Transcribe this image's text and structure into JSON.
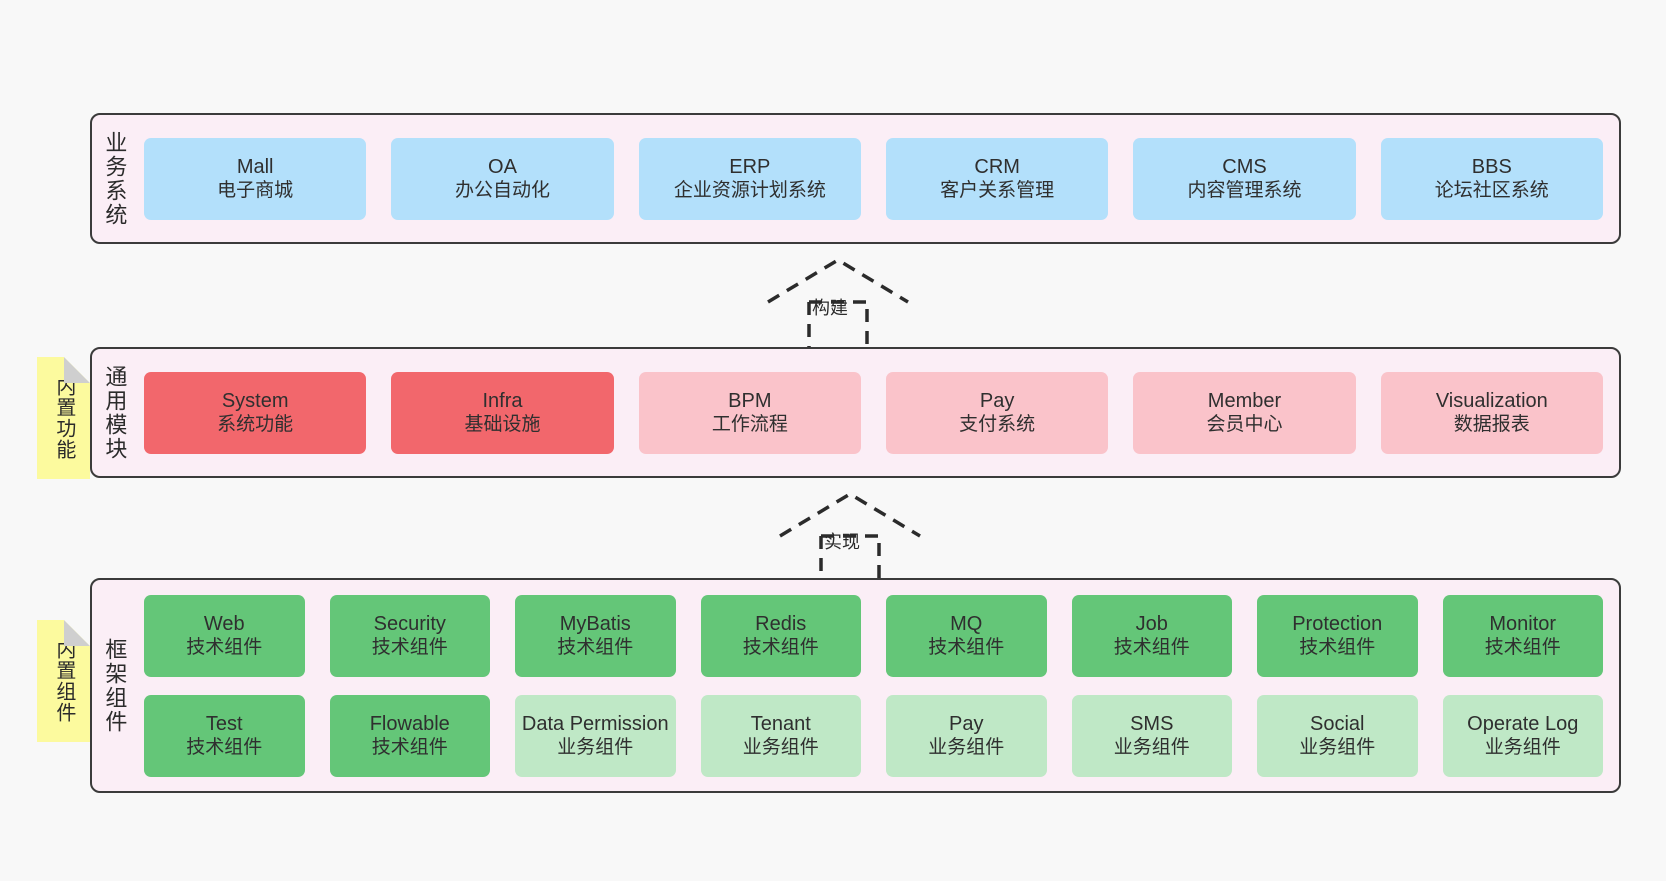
{
  "diagram": {
    "title_layers": {
      "business": "业务系统",
      "common": "通用模块",
      "framework": "框架组件"
    },
    "side_notes": {
      "builtin_function": "内置功能",
      "builtin_component": "内置组件"
    },
    "connectors": [
      {
        "label": "构建",
        "from": "common",
        "to": "business"
      },
      {
        "label": "实现",
        "from": "framework",
        "to": "common"
      }
    ],
    "colors": {
      "layer_bg": "#fbeef6",
      "layer_border": "#3b3b3b",
      "blue": "#b3e0fb",
      "red": "#f2676c",
      "pink": "#fac3ca",
      "green": "#64c678",
      "light_green": "#bfe8c6",
      "note_yellow": "#fcfa9e",
      "canvas_bg": "#f8f8f8"
    }
  },
  "business_systems": [
    {
      "en": "Mall",
      "cn": "电子商城",
      "color": "blue"
    },
    {
      "en": "OA",
      "cn": "办公自动化",
      "color": "blue"
    },
    {
      "en": "ERP",
      "cn": "企业资源计划系统",
      "color": "blue"
    },
    {
      "en": "CRM",
      "cn": "客户关系管理",
      "color": "blue"
    },
    {
      "en": "CMS",
      "cn": "内容管理系统",
      "color": "blue"
    },
    {
      "en": "BBS",
      "cn": "论坛社区系统",
      "color": "blue"
    }
  ],
  "common_modules": [
    {
      "en": "System",
      "cn": "系统功能",
      "color": "red"
    },
    {
      "en": "Infra",
      "cn": "基础设施",
      "color": "red"
    },
    {
      "en": "BPM",
      "cn": "工作流程",
      "color": "pink"
    },
    {
      "en": "Pay",
      "cn": "支付系统",
      "color": "pink"
    },
    {
      "en": "Member",
      "cn": "会员中心",
      "color": "pink"
    },
    {
      "en": "Visualization",
      "cn": "数据报表",
      "color": "pink"
    }
  ],
  "framework_components_row1": [
    {
      "en": "Web",
      "cn": "技术组件",
      "color": "green"
    },
    {
      "en": "Security",
      "cn": "技术组件",
      "color": "green"
    },
    {
      "en": "MyBatis",
      "cn": "技术组件",
      "color": "green"
    },
    {
      "en": "Redis",
      "cn": "技术组件",
      "color": "green"
    },
    {
      "en": "MQ",
      "cn": "技术组件",
      "color": "green"
    },
    {
      "en": "Job",
      "cn": "技术组件",
      "color": "green"
    },
    {
      "en": "Protection",
      "cn": "技术组件",
      "color": "green"
    },
    {
      "en": "Monitor",
      "cn": "技术组件",
      "color": "green"
    }
  ],
  "framework_components_row2": [
    {
      "en": "Test",
      "cn": "技术组件",
      "color": "green"
    },
    {
      "en": "Flowable",
      "cn": "技术组件",
      "color": "green"
    },
    {
      "en": "Data Permission",
      "cn": "业务组件",
      "color": "light_green"
    },
    {
      "en": "Tenant",
      "cn": "业务组件",
      "color": "light_green"
    },
    {
      "en": "Pay",
      "cn": "业务组件",
      "color": "light_green"
    },
    {
      "en": "SMS",
      "cn": "业务组件",
      "color": "light_green"
    },
    {
      "en": "Social",
      "cn": "业务组件",
      "color": "light_green"
    },
    {
      "en": "Operate Log",
      "cn": "业务组件",
      "color": "light_green"
    }
  ]
}
